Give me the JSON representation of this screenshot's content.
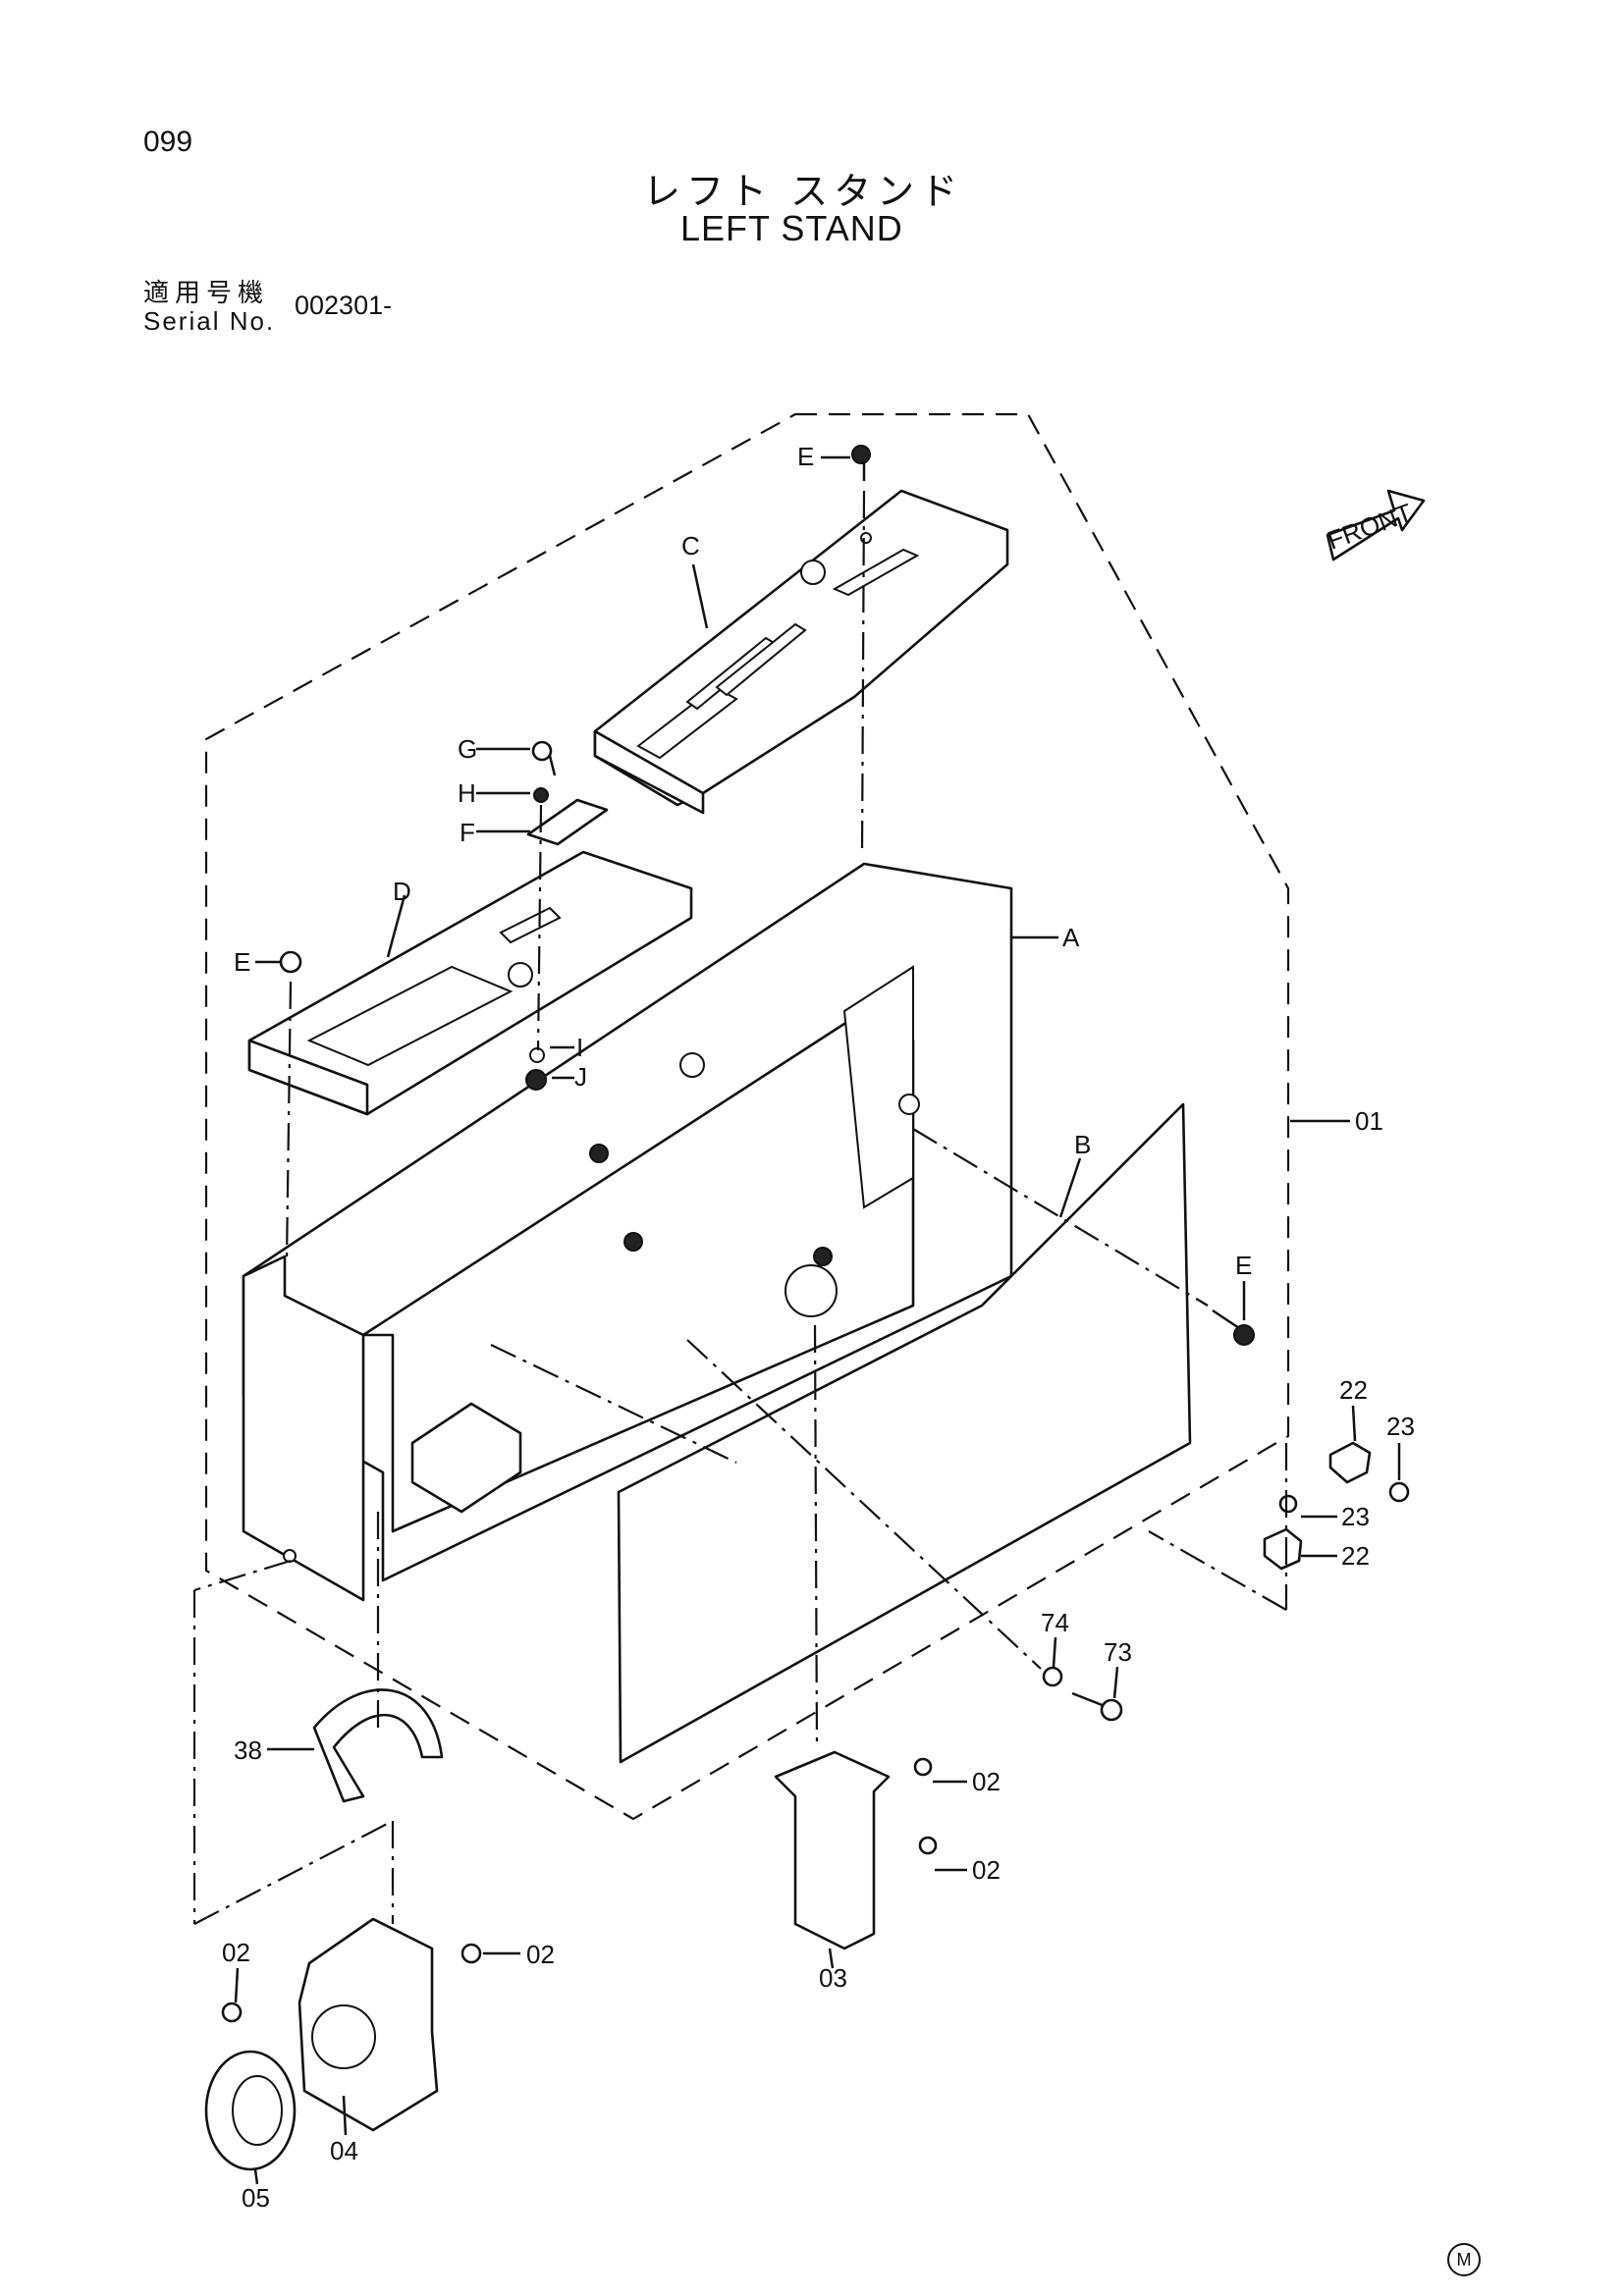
{
  "page_number": "099",
  "title_jp": "レフト スタンド",
  "title_en": "LEFT STAND",
  "serial_label_jp": "適用号機",
  "serial_label_en": "Serial No.",
  "serial_value": "002301-",
  "front_label": "FRONT",
  "footer_mark": "M",
  "callouts": {
    "A": "A",
    "B": "B",
    "C": "C",
    "D": "D",
    "E_top": "E",
    "E_left": "E",
    "E_right": "E",
    "F": "F",
    "G": "G",
    "H": "H",
    "I": "I",
    "J": "J",
    "p01": "01",
    "p22a": "22",
    "p22b": "22",
    "p23a": "23",
    "p23b": "23",
    "p74": "74",
    "p73": "73",
    "p02a": "02",
    "p02b": "02",
    "p02c": "02",
    "p02d": "02",
    "p03": "03",
    "p38": "38",
    "p04": "04",
    "p05": "05"
  }
}
